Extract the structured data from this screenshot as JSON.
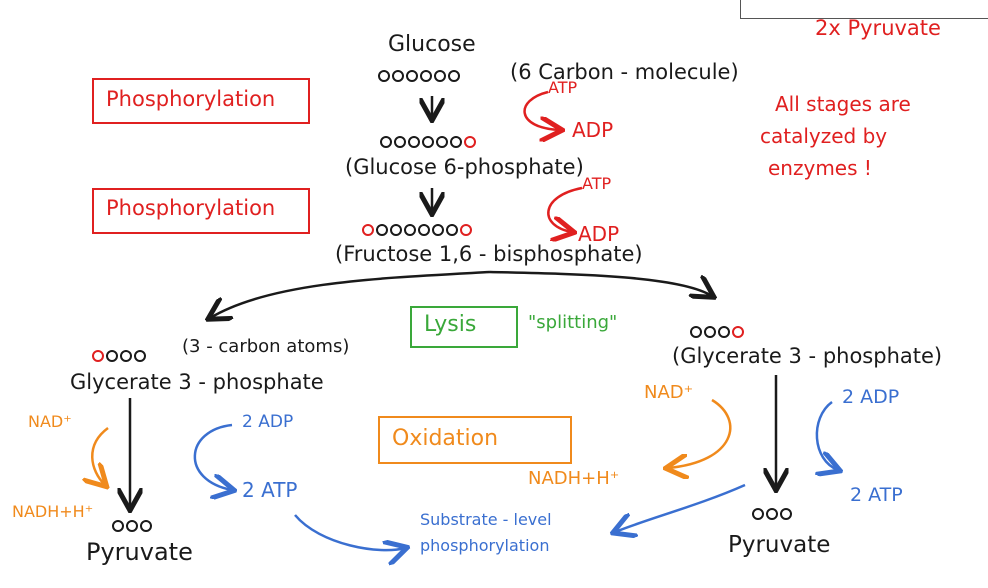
{
  "corner_label": "2x Pyruvate",
  "glucose": {
    "name": "Glucose",
    "note": "(6 Carbon - molecule)"
  },
  "glucose6p": {
    "name": "(Glucose 6-phosphate)"
  },
  "fructose": {
    "name": "(Fructose 1,6 - bisphosphate)"
  },
  "steps": {
    "phos1": "Phosphorylation",
    "phos2": "Phosphorylation"
  },
  "atp1": {
    "atp": "ATP",
    "adp": "ADP"
  },
  "atp2": {
    "atp": "ATP",
    "adp": "ADP"
  },
  "enzyme_note": {
    "l1": "All stages are",
    "l2": "catalyzed by",
    "l3": "enzymes !"
  },
  "lysis": {
    "label": "Lysis",
    "splitting": "\"splitting\""
  },
  "left_branch": {
    "note": "(3 - carbon atoms)",
    "name": "Glycerate 3 - phosphate",
    "nad": "NAD⁺",
    "nadh": "NADH+H⁺",
    "adp": "2 ADP",
    "atp": "2 ATP",
    "product": "Pyruvate"
  },
  "right_branch": {
    "name": "(Glycerate 3 - phosphate)",
    "nad": "NAD⁺",
    "nadh": "NADH+H⁺",
    "adp": "2 ADP",
    "atp": "2 ATP",
    "product": "Pyruvate"
  },
  "oxidation": "Oxidation",
  "substrate": {
    "l1": "Substrate - level",
    "l2": "phosphorylation"
  },
  "colors": {
    "black": "#1a1a1a",
    "red": "#e02020",
    "green": "#3aa83a",
    "orange": "#f08a1c",
    "blue": "#3a6fd0"
  }
}
